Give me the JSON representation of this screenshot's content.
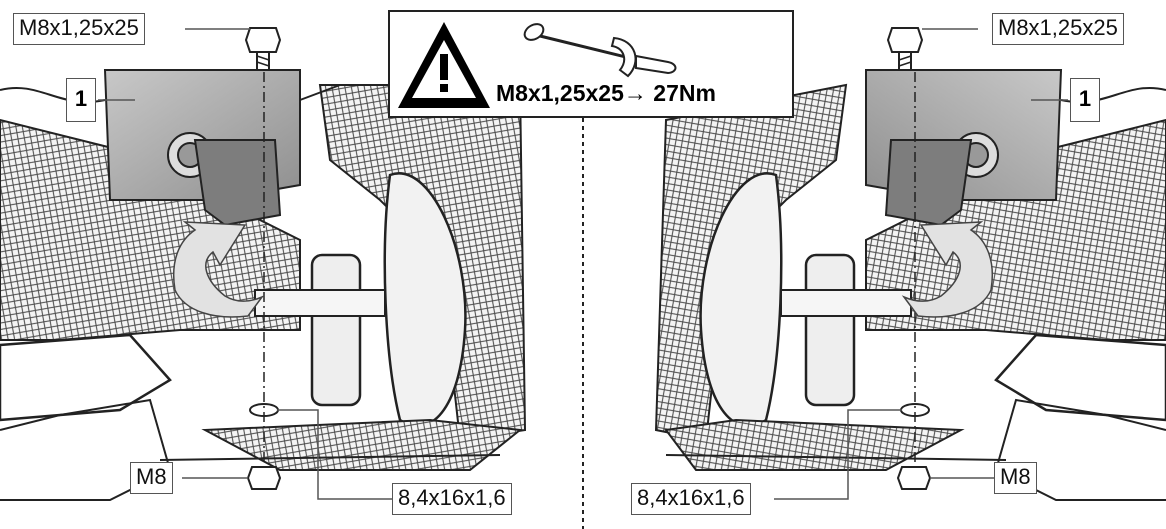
{
  "warning_box": {
    "icon": "warning-triangle-icon",
    "tool_icon": "torque-wrench-icon",
    "torque_spec": "M8x1,25x25→ 27Nm"
  },
  "left_side": {
    "bolt_label": "M8x1,25x25",
    "part_number": "1",
    "nut_label": "M8",
    "washer_label": "8,4x16x1,6"
  },
  "right_side": {
    "bolt_label": "M8x1,25x25",
    "part_number": "1",
    "nut_label": "M8",
    "washer_label": "8,4x16x1,6"
  },
  "colors": {
    "line": "#222222",
    "hatch": "#555555",
    "bracket_fill": "#9a9a9a",
    "arrow_fill": "#d8d8d8"
  }
}
